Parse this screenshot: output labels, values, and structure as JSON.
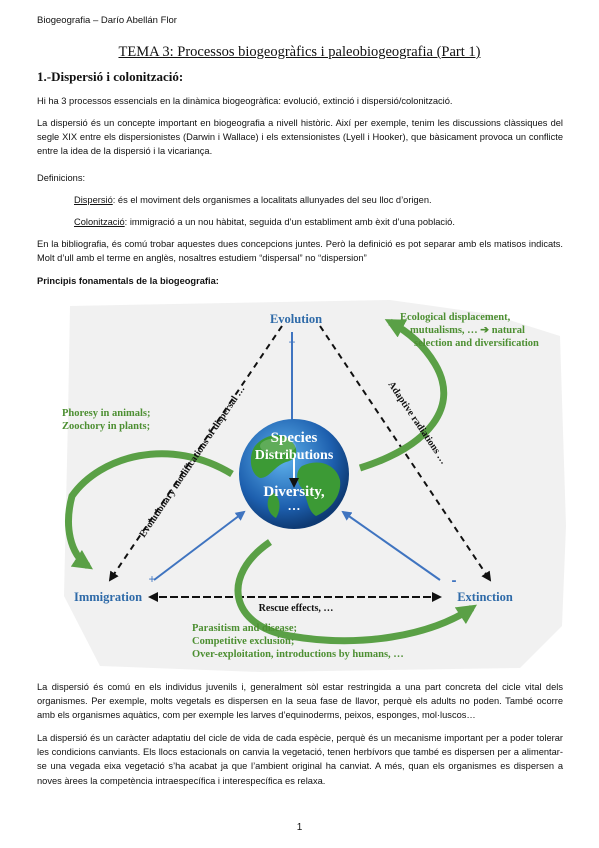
{
  "header": "Biogeografia – Darío Abellán Flor",
  "title": "TEMA 3: Processos biogeogràfics i paleobiogeografia (Part 1)",
  "section": "1.-Dispersió i colonització:",
  "p1": "Hi ha 3 processos essencials en la dinàmica biogeogràfica: evolució, extinció i dispersió/colonització.",
  "p2": "La dispersió és un concepte important en biogeografia a nivell històric. Així per exemple, tenim les discussions clàssiques del segle XIX entre els dispersionistes (Darwin i Wallace) i els extensionistes (Lyell i Hooker), que bàsicament provoca un conflicte entre la idea de la dispersió i la vicariança.",
  "definitions_label": "Definicions:",
  "def1_term": "Dispersió",
  "def1_text": ": és el moviment dels organismes a localitats allunyades del seu lloc d’origen.",
  "def2_term": "Colonització",
  "def2_text": ": immigració a un nou hàbitat, seguida d’un establiment amb èxit d’una població.",
  "p3": "En la bibliografia, és comú trobar aquestes dues concepcions juntes. Però la definició es pot separar amb els matisos indicats. Molt d’ull amb el terme en anglès, nosaltres estudiem “dispersal” no “dispersion”",
  "principles_heading": "Principis fonamentals de la biogeografia:",
  "diagram": {
    "evolution": "Evolution",
    "immigration": "Immigration",
    "extinction": "Extinction",
    "center_species": "Species",
    "center_distributions": "Distributions",
    "center_diversity": "Diversity,",
    "center_dots": "…",
    "plus_top": "+",
    "plus_left": "+",
    "minus_right": "-",
    "ecological_1": "Ecological displacement,",
    "ecological_2": "mutualisms, … ➔ natural",
    "ecological_3": "selection and diversification",
    "phoresy_1": "Phoresy in animals;",
    "phoresy_2": "Zoochory in plants;",
    "evolutionary_mod": "Evolutionary modifications of dispersal …",
    "adaptive": "Adaptive radiations …",
    "rescue": "Rescue effects, …",
    "parasitism_1": "Parasitism and disease;",
    "parasitism_2": "Competitive exclusion;",
    "parasitism_3": "Over-exploitation, introductions by humans, …",
    "colors": {
      "blue": "#3f74c0",
      "green": "#5aa046",
      "text_green": "#4d8f32",
      "title_blue": "#2e6aa8"
    }
  },
  "p4": "La dispersió és comú en els individus juvenils i, generalment sòl estar restringida a una part concreta del cicle vital dels organismes. Per exemple, molts vegetals es dispersen en la seua fase de llavor, perquè els adults no poden. També ocorre amb els organismes aquàtics, com per exemple les larves d’equinoderms, peixos, esponges, mol·luscos…",
  "p5": "La dispersió és un caràcter adaptatiu del cicle de vida de cada espècie, perquè és un mecanisme important per a poder tolerar les condicions canviants. Els llocs estacionals on canvia la vegetació, tenen herbívors que també es dispersen per a alimentar-se una vegada eixa vegetació s’ha acabat ja que l’ambient original ha canviat. A més, quan els organismes es dispersen a noves àrees la competència intraespecífica i interespecífica es relaxa.",
  "page_number": "1"
}
